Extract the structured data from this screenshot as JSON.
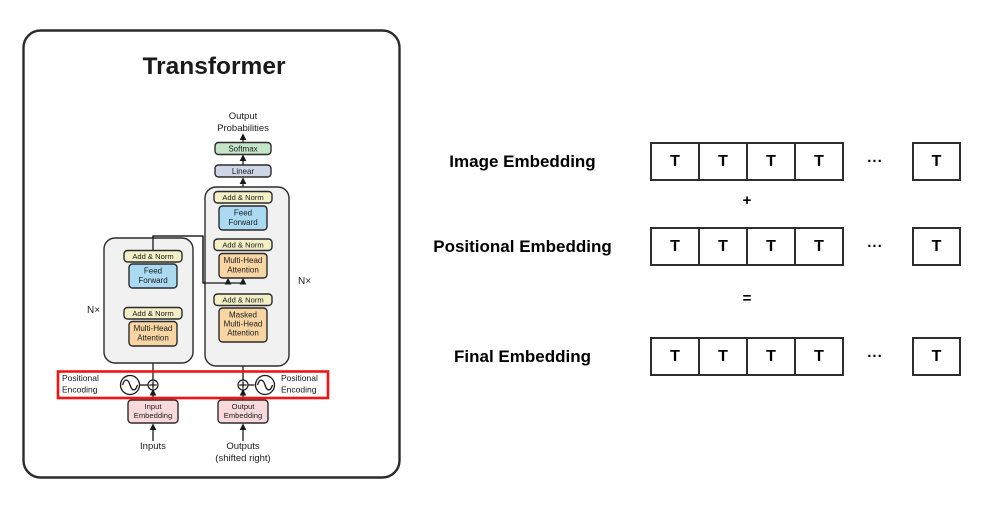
{
  "left_panel": {
    "title": "Transformer",
    "output_probabilities": {
      "line1": "Output",
      "line2": "Probabilities"
    },
    "softmax_label": "Softmax",
    "linear_label": "Linear",
    "add_norm_label": "Add & Norm",
    "feed_forward": {
      "line1": "Feed",
      "line2": "Forward"
    },
    "multi_head_attention": {
      "line1": "Multi-Head",
      "line2": "Attention"
    },
    "masked_multi_head_attention": {
      "line1": "Masked",
      "line2": "Multi-Head",
      "line3": "Attention"
    },
    "n_times_left": "N×",
    "n_times_right": "N×",
    "positional_encoding_left": {
      "line1": "Positional",
      "line2": "Encoding"
    },
    "positional_encoding_right": {
      "line1": "Positional",
      "line2": "Encoding"
    },
    "input_embedding": {
      "line1": "Input",
      "line2": "Embedding"
    },
    "output_embedding": {
      "line1": "Output",
      "line2": "Embedding"
    },
    "inputs_label": "Inputs",
    "outputs_label": {
      "line1": "Outputs",
      "line2": "(shifted right)"
    }
  },
  "right_panel": {
    "rows": [
      {
        "label": "Image Embedding",
        "cells": [
          "T",
          "T",
          "T",
          "T"
        ],
        "ellipsis": "...",
        "last_cell": "T"
      },
      {
        "label": "Positional Embedding",
        "cells": [
          "T",
          "T",
          "T",
          "T"
        ],
        "ellipsis": "...",
        "last_cell": "T"
      },
      {
        "label": "Final Embedding",
        "cells": [
          "T",
          "T",
          "T",
          "T"
        ],
        "ellipsis": "...",
        "last_cell": "T"
      }
    ],
    "plus_operator": "+",
    "equals_operator": "="
  },
  "colors": {
    "highlight_red": "#f01414",
    "box_yellow": "#f3efc7",
    "box_blue": "#a9daf2",
    "box_orange": "#f8d5a3",
    "box_green": "#c3e5c8",
    "box_lavender": "#cfd6e8",
    "box_pink": "#f9d9dc",
    "container_gray": "#f1f1f1",
    "line": "#1a1a1a"
  }
}
